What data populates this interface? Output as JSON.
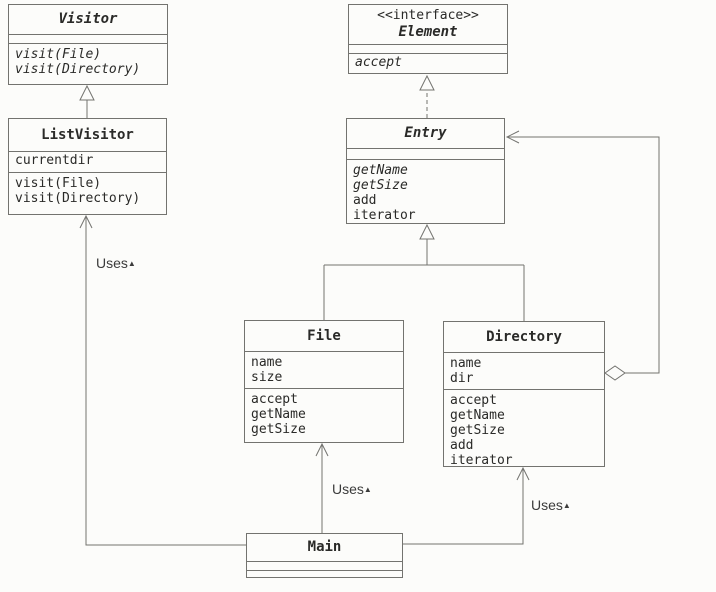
{
  "classes": {
    "visitor": {
      "name": "Visitor",
      "abstract": "true",
      "methods": [
        "visit(File)",
        "visit(Directory)"
      ]
    },
    "list_visitor": {
      "name": "ListVisitor",
      "attributes": [
        "currentdir"
      ],
      "methods": [
        "visit(File)",
        "visit(Directory)"
      ]
    },
    "element": {
      "stereotype": "<<interface>>",
      "name": "Element",
      "methods": [
        "accept"
      ]
    },
    "entry": {
      "name": "Entry",
      "methods": [
        "getName",
        "getSize",
        "add",
        "iterator"
      ]
    },
    "file": {
      "name": "File",
      "attributes": [
        "name",
        "size"
      ],
      "methods": [
        "accept",
        "getName",
        "getSize"
      ]
    },
    "directory": {
      "name": "Directory",
      "attributes": [
        "name",
        "dir"
      ],
      "methods": [
        "accept",
        "getName",
        "getSize",
        "add",
        "iterator"
      ]
    },
    "main": {
      "name": "Main"
    }
  },
  "labels": {
    "uses": "Uses",
    "uses_marker": "▲"
  },
  "relationships": [
    {
      "type": "generalization",
      "from": "ListVisitor",
      "to": "Visitor"
    },
    {
      "type": "realization",
      "from": "Entry",
      "to": "Element"
    },
    {
      "type": "generalization",
      "from": "File",
      "to": "Entry"
    },
    {
      "type": "generalization",
      "from": "Directory",
      "to": "Entry"
    },
    {
      "type": "aggregation",
      "from": "Directory",
      "to": "Entry"
    },
    {
      "type": "uses",
      "from": "Main",
      "to": "ListVisitor"
    },
    {
      "type": "uses",
      "from": "Main",
      "to": "File"
    },
    {
      "type": "uses",
      "from": "Main",
      "to": "Directory"
    }
  ],
  "colors": {
    "line": "#73736f",
    "text": "#2a2a28",
    "background": "#fcfcfa"
  }
}
